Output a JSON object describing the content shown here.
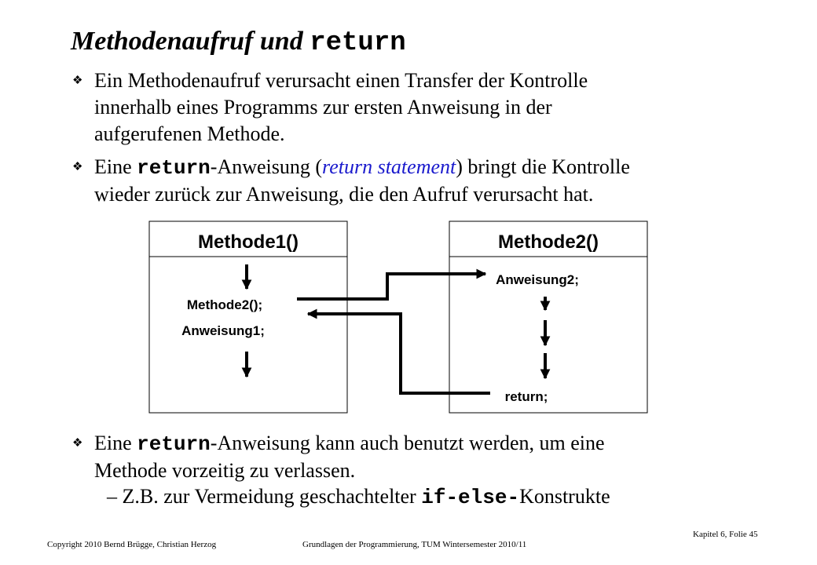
{
  "slide": {
    "title_text": "Methodenaufruf und ",
    "title_code": "return",
    "bullet_mark": "❖",
    "bullet1": {
      "line1": "Ein Methodenaufruf verursacht einen Transfer der Kontrolle",
      "line2": "innerhalb eines Programms zur ersten Anweisung in der",
      "line3": "aufgerufenen Methode."
    },
    "bullet2": {
      "pre": "Eine ",
      "code": "return",
      "mid": "-Anweisung (",
      "italic": "return statement",
      "post": ") bringt die Kontrolle",
      "line2": "wieder zurück zur Anweisung, die den Aufruf verursacht hat."
    },
    "bullet3": {
      "pre": "Eine ",
      "code": "return",
      "post": "-Anweisung kann auch benutzt werden, um eine",
      "line2": "Methode vorzeitig zu verlassen."
    },
    "sub_bullet": {
      "pre": "– Z.B. zur Vermeidung geschachtelter ",
      "code": "if-else-",
      "post": "Konstrukte"
    }
  },
  "diagram": {
    "box1_title": "Methode1()",
    "box2_title": "Methode2()",
    "box1_stmt1": "Methode2();",
    "box1_stmt2": "Anweisung1;",
    "box2_stmt1": "Anweisung2;",
    "box2_stmt2": "return;"
  },
  "footer": {
    "copyright": "Copyright 2010 Bernd Brügge, Christian Herzog",
    "course": "Grundlagen der Programmierung,  TUM Wintersemester 2010/11",
    "slide_number": "Kapitel 6, Folie 45"
  }
}
